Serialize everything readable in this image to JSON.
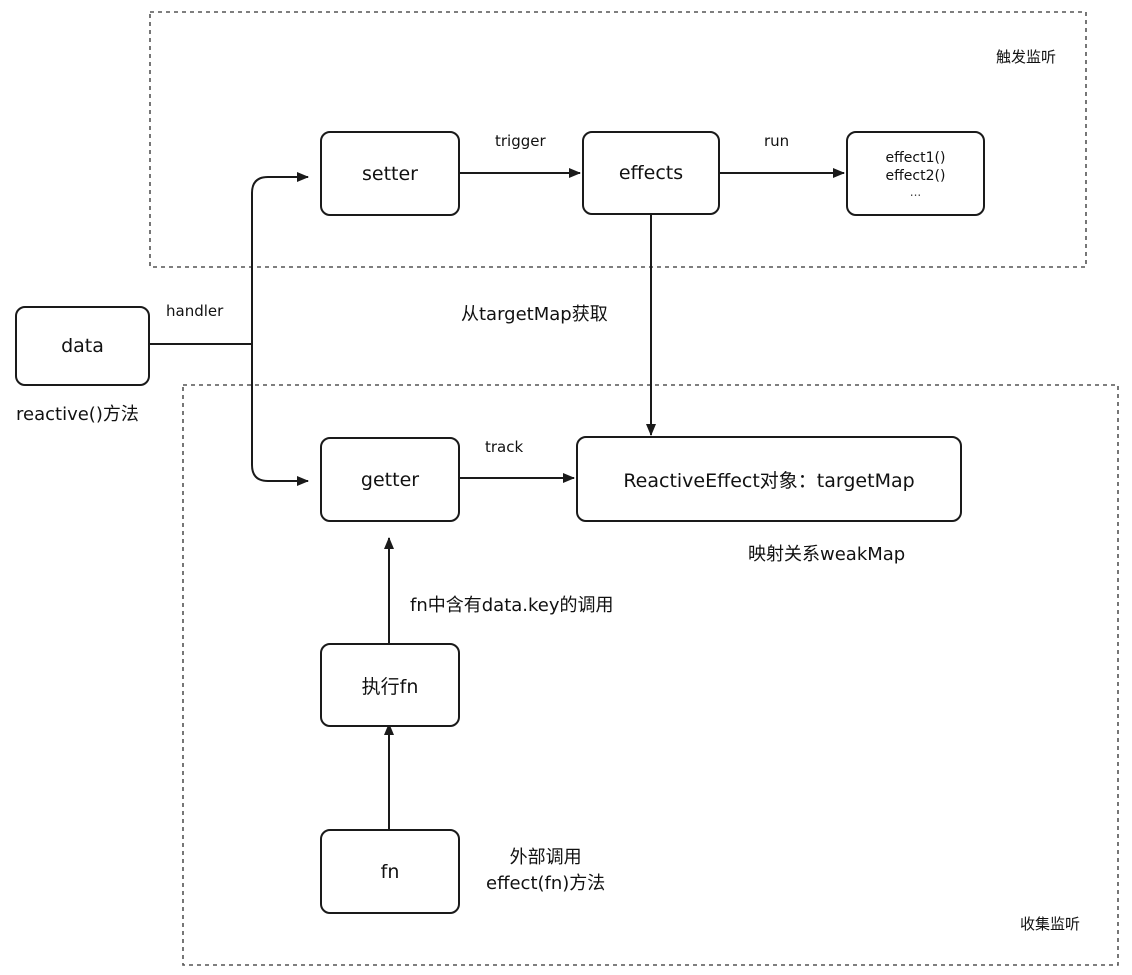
{
  "regions": {
    "trigger_region_label": "触发监听",
    "collect_region_label": "收集监听"
  },
  "nodes": {
    "data": "data",
    "data_caption": "reactive()方法",
    "setter": "setter",
    "effects": "effects",
    "effect_list": [
      "effect1()",
      "effect2()",
      "..."
    ],
    "getter": "getter",
    "reactive_effect": "ReactiveEffect对象：targetMap",
    "reactive_effect_caption": "映射关系weakMap",
    "exec_fn": "执行fn",
    "fn": "fn",
    "fn_caption": [
      "外部调用",
      "effect(fn)方法"
    ]
  },
  "edges": {
    "handler": "handler",
    "trigger": "trigger",
    "run": "run",
    "track": "track",
    "from_targetmap": "从targetMap获取",
    "fn_calls_key": "fn中含有data.key的调用"
  },
  "colors": {
    "line": "#1a1a1a",
    "dashed_border": "#555555",
    "background": "#ffffff"
  }
}
